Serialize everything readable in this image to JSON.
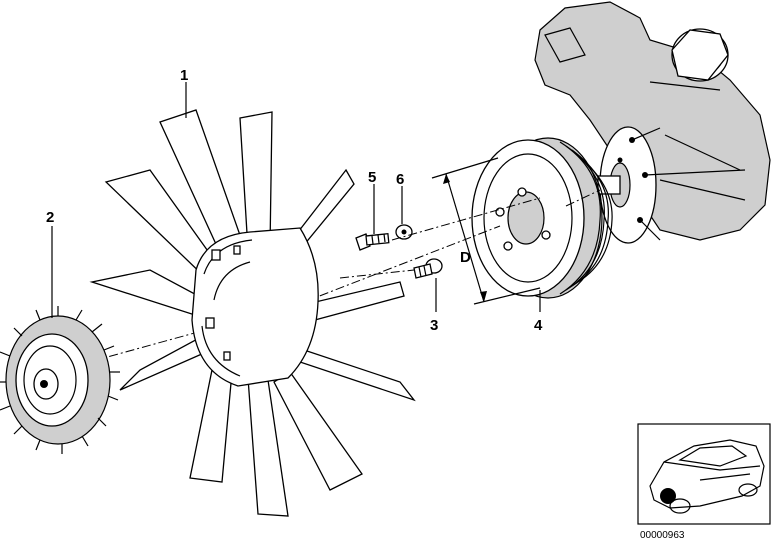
{
  "callouts": [
    {
      "id": "1",
      "text": "1"
    },
    {
      "id": "2",
      "text": "2"
    },
    {
      "id": "3",
      "text": "3"
    },
    {
      "id": "4",
      "text": "4"
    },
    {
      "id": "5",
      "text": "5"
    },
    {
      "id": "6",
      "text": "6"
    },
    {
      "id": "D",
      "text": "D"
    }
  ],
  "inset": {
    "code": "00000963"
  }
}
